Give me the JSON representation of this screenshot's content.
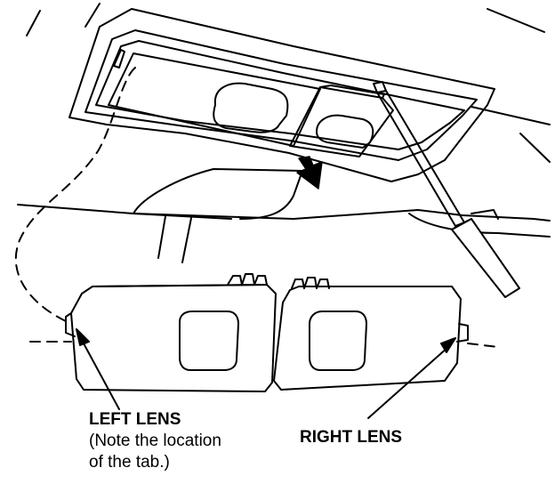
{
  "labels": {
    "left_lens": "LEFT LENS",
    "left_note_line1": "(Note the location",
    "left_note_line2": "of the tab.)",
    "right_lens": "RIGHT LENS"
  },
  "colors": {
    "line": "#000000",
    "background": "#ffffff"
  },
  "icons": [
    "down-arrow-icon",
    "pointer-arrow-icon",
    "screwdriver-icon"
  ]
}
